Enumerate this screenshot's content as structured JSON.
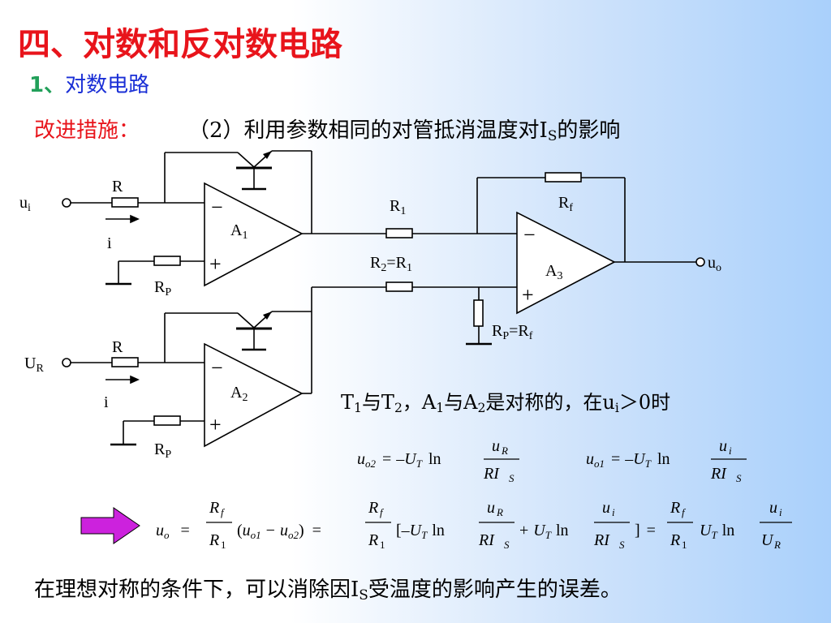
{
  "title": "四、对数和反对数电路",
  "subtitle": {
    "num": "1、",
    "text": "对数电路"
  },
  "measure": {
    "label": "改进措施：",
    "text_pre": "（2）利用参数相同的对管抵消温度对I",
    "text_sub": "S",
    "text_post": "的影响"
  },
  "circuit": {
    "ui": "u",
    "ui_sub": "i",
    "UR": "U",
    "UR_sub": "R",
    "R_top": "R",
    "R_bot": "R",
    "i_top": "i",
    "i_bot": "i",
    "RP_top": "R",
    "RP_top_sub": "P",
    "RP_bot": "R",
    "RP_bot_sub": "P",
    "A1": "A",
    "A1_sub": "1",
    "A2": "A",
    "A2_sub": "2",
    "A3": "A",
    "A3_sub": "3",
    "minus": "−",
    "plus": "+",
    "R1": "R",
    "R1_sub": "1",
    "R2_a": "R",
    "R2_sub": "2",
    "R2_eq": "=R",
    "R2_eq_sub": "1",
    "Rf": "R",
    "Rf_sub": "f",
    "RPf_a": "R",
    "RPf_sub": "P",
    "RPf_eq": "=R",
    "RPf_eq_sub": "f",
    "uo": "u",
    "uo_sub": "o"
  },
  "note": {
    "t": "T",
    "t1": "1",
    "and1": "与T",
    "t2": "2",
    "a": "，A",
    "a1": "1",
    "and2": "与A",
    "a2": "2",
    "rest": "是对称的，在u",
    "ui_sub": "i",
    "tail": "＞0时"
  },
  "formula": {
    "uo2_lhs": "u",
    "uo2_lhs_sub": "o2",
    "eq": "=",
    "neg": "–U",
    "UT_sub": "T",
    "ln": "ln",
    "num_uR": "u",
    "num_uR_sub": "R",
    "den_RI": "RI",
    "den_S": "S",
    "uo1_lhs": "u",
    "uo1_lhs_sub": "o1",
    "num_ui": "u",
    "num_ui_sub": "i",
    "main_uo": "u",
    "main_uo_sub": "o",
    "Rf_num": "R",
    "Rf_sub": "f",
    "R1_den": "R",
    "R1_sub": "1",
    "paren_open": "(",
    "u_o1": "u",
    "o1": "o1",
    "minus": "−",
    "u_o2": "u",
    "o2": "o2",
    "paren_close": ")",
    "br_open": "[",
    "br_close": "]",
    "plus": "+",
    "UT": "U",
    "UR_den": "U",
    "UR_sub": "R"
  },
  "bottom": {
    "pre": "在理想对称的条件下，可以消除因I",
    "sub": "S",
    "post": "受温度的影响产生的误差。"
  },
  "colors": {
    "title": "#e8141b",
    "subtitle": "#1a2fd6",
    "arrow": "#cc22dd"
  }
}
